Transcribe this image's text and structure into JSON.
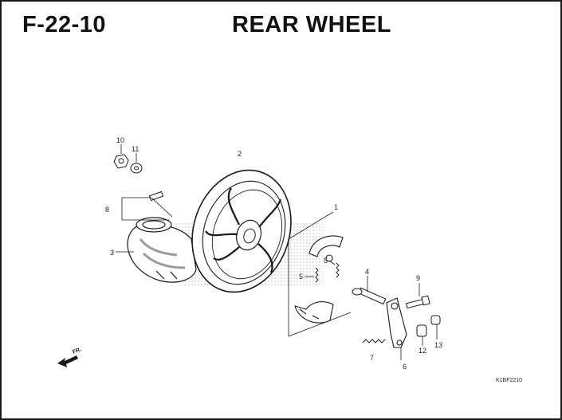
{
  "header": {
    "code": "F-22-10",
    "title": "REAR WHEEL"
  },
  "callouts": [
    "1",
    "2",
    "3",
    "4",
    "5",
    "5",
    "6",
    "7",
    "8",
    "9",
    "10",
    "11",
    "12",
    "13"
  ],
  "direction_label": "FR.",
  "figure_code": "K1BF2210",
  "colors": {
    "ink": "#1a1a1a",
    "shade": "#9a9a9a",
    "dots": "#b5b5b5"
  }
}
